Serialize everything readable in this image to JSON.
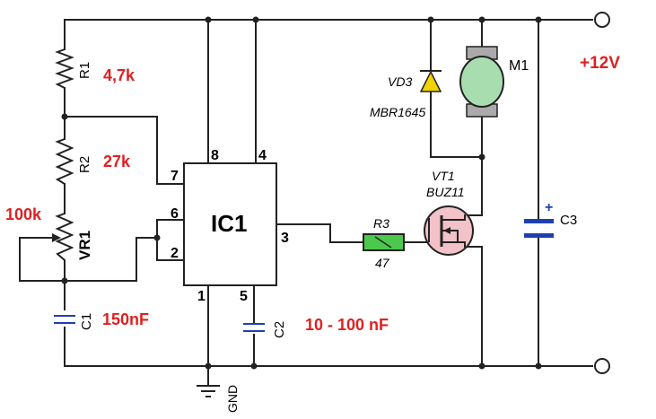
{
  "ic": {
    "name": "IC1",
    "pins": {
      "p1": "1",
      "p2": "2",
      "p3": "3",
      "p4": "4",
      "p5": "5",
      "p6": "6",
      "p7": "7",
      "p8": "8"
    }
  },
  "components": {
    "r1": {
      "ref": "R1",
      "value": "4,7k"
    },
    "r2": {
      "ref": "R2",
      "value": "27k"
    },
    "vr1": {
      "ref": "VR1",
      "value": "100k"
    },
    "c1": {
      "ref": "C1",
      "value": "150nF"
    },
    "c2": {
      "ref": "C2",
      "value": "10 - 100 nF"
    },
    "r3": {
      "ref": "R3",
      "value": "47"
    },
    "vt1": {
      "ref": "VT1",
      "part": "BUZ11"
    },
    "vd3": {
      "ref": "VD3",
      "part": "MBR1645"
    },
    "m1": {
      "ref": "M1"
    },
    "c3": {
      "ref": "C3",
      "plus": "+"
    }
  },
  "supply": {
    "voltage": "+12V",
    "ground": "GND"
  },
  "colors": {
    "wire": "#222222",
    "value_text": "#e02020",
    "capacitor": "#1f3fb0",
    "diode": "#f2d200",
    "resistor_r3": "#4cc84c",
    "motor": "#a8ddb0",
    "mosfet": "#f2c2c8"
  }
}
